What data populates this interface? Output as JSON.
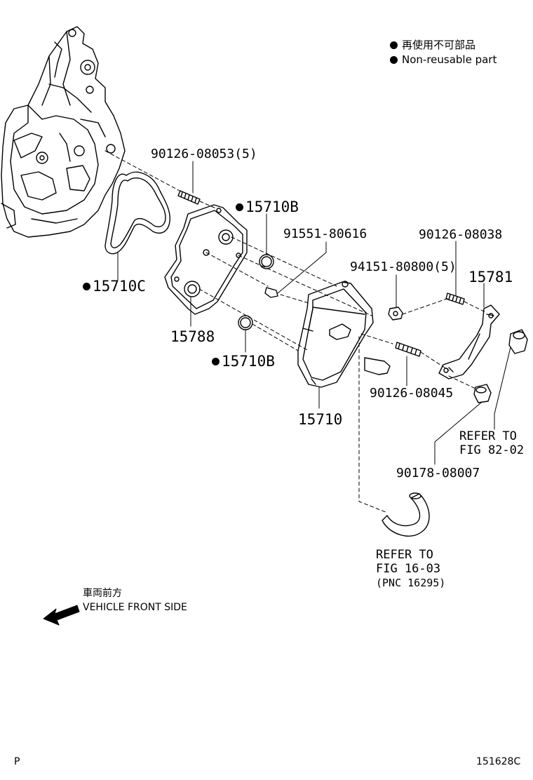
{
  "legend": {
    "jp": "再使用不可部品",
    "en": "Non-reusable part"
  },
  "parts": [
    {
      "id": "p1",
      "label": "90126-08053(5)",
      "nonreusable": false
    },
    {
      "id": "p2",
      "label": "15710B",
      "nonreusable": true
    },
    {
      "id": "p3",
      "label": "91551-80616",
      "nonreusable": false
    },
    {
      "id": "p4",
      "label": "90126-08038",
      "nonreusable": false
    },
    {
      "id": "p5",
      "label": "94151-80800(5)",
      "nonreusable": false
    },
    {
      "id": "p6",
      "label": "15781",
      "nonreusable": false
    },
    {
      "id": "p7",
      "label": "15710C",
      "nonreusable": true
    },
    {
      "id": "p8",
      "label": "15788",
      "nonreusable": false
    },
    {
      "id": "p9",
      "label": "15710B",
      "nonreusable": true
    },
    {
      "id": "p10",
      "label": "90126-08045",
      "nonreusable": false
    },
    {
      "id": "p11",
      "label": "15710",
      "nonreusable": false
    },
    {
      "id": "p12",
      "label": "90178-08007",
      "nonreusable": false
    }
  ],
  "refs": {
    "fig82": {
      "line1": "REFER TO",
      "line2": "FIG 82-02"
    },
    "fig16": {
      "line1": "REFER TO",
      "line2": "FIG 16-03",
      "line3": "(PNC 16295)"
    }
  },
  "front": {
    "jp": "車両前方",
    "en": "VEHICLE FRONT SIDE"
  },
  "corner_left": "P",
  "figure_id": "151628C"
}
